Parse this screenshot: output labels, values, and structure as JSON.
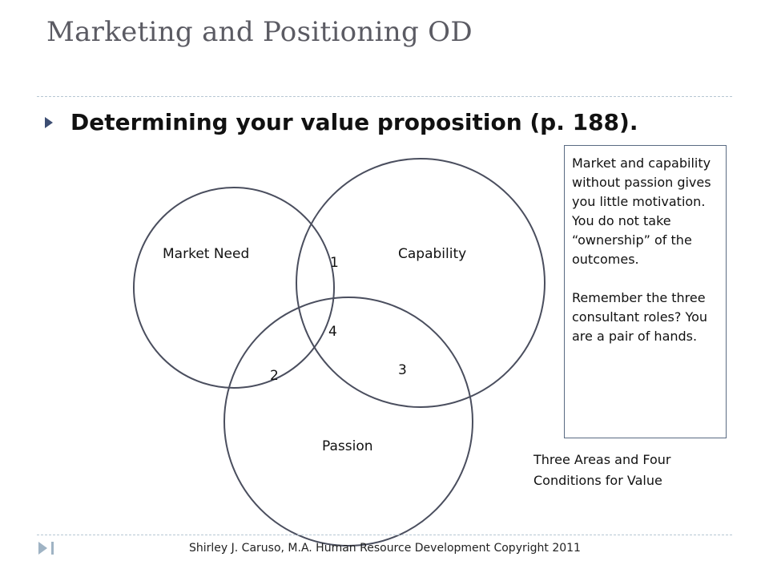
{
  "slide": {
    "title": "Marketing and Positioning OD",
    "bullet": "Determining your value proposition (p. 188).",
    "footer": "Shirley J. Caruso, M.A. Human Resource Development Copyright 2011"
  },
  "venn": {
    "circle_labels": {
      "market": "Market Need",
      "capability": "Capability",
      "passion": "Passion"
    },
    "regions": [
      "1",
      "2",
      "3",
      "4"
    ]
  },
  "note": {
    "paragraph_1": "Market and capability without passion gives you little motivation. You do not take “ownership” of the outcomes.",
    "paragraph_2": "Remember the three consultant roles?  You are a pair of hands."
  },
  "caption": "Three Areas and Four Conditions for Value",
  "colors": {
    "title": "#5b5b63",
    "circle_stroke": "#4a4e5e",
    "bullet": "#3d4e73",
    "rule": "#b7c7d3",
    "footer_icon": "#9fb3c4"
  },
  "icons": {
    "bullet": "triangle-right-icon",
    "footer": "triangle-right-bar-icon"
  }
}
